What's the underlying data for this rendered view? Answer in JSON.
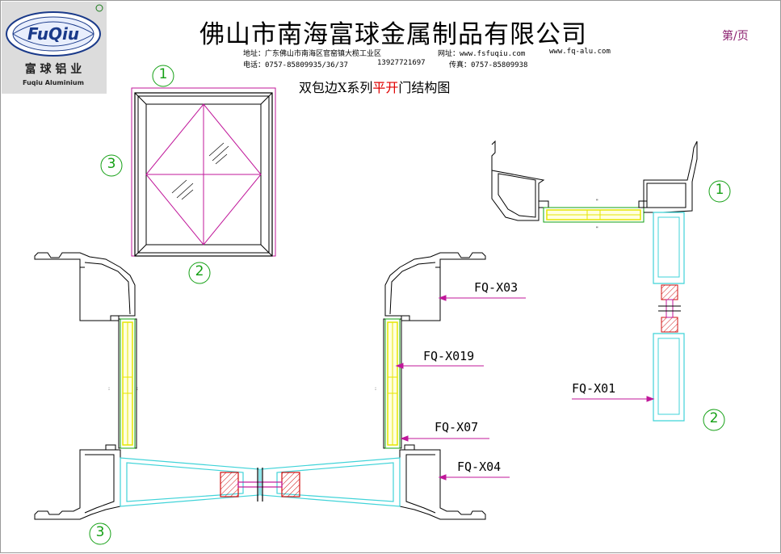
{
  "header": {
    "company": "佛山市南海富球金属制品有限公司",
    "address": "地址：广东佛山市南海区官窑镇大榄工业区",
    "website_label": "网址：www.fsfuqiu.com",
    "website2": "www.fq-alu.com",
    "phone": "电话：0757-85809935/36/37",
    "mobile": "13927721697",
    "fax": "传真：0757-85809938",
    "page_no": "第/页"
  },
  "logo": {
    "brand_latin": "FuQiu",
    "brand_cn": "富球铝业",
    "brand_en": "Fuqiu Aluminium"
  },
  "drawing": {
    "title_prefix": "双包边X系列",
    "title_highlight": "平开",
    "title_suffix": "门结构图"
  },
  "part_labels": [
    "FQ-X03",
    "FQ-X019",
    "FQ-X07",
    "FQ-X04",
    "FQ-X01"
  ],
  "section_markers": [
    "1",
    "2",
    "3"
  ],
  "colors": {
    "profile_cyan": "#3fd3d8",
    "glass_yellow": "#e6e600",
    "gasket_green": "#10a010",
    "leader_magenta": "#c0179a",
    "hatch_red": "#d01010",
    "marker_green": "#14a014"
  }
}
